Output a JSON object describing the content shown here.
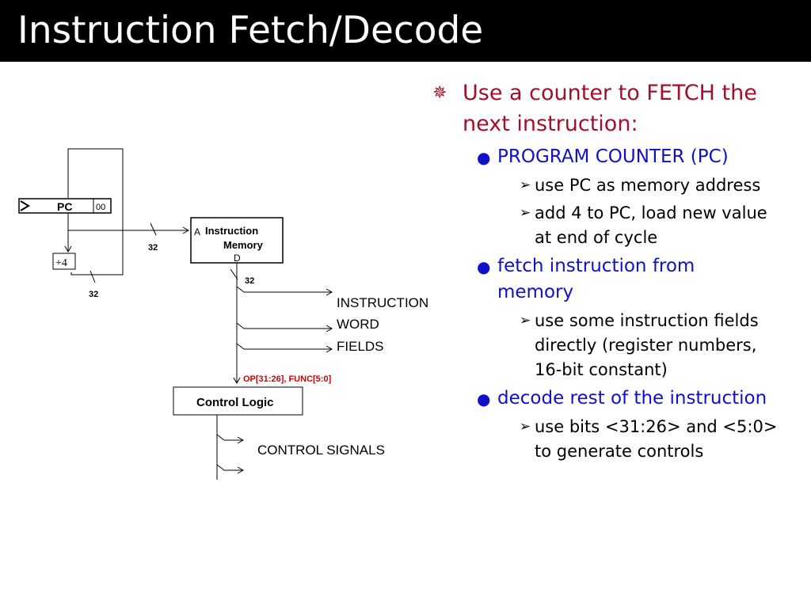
{
  "slide": {
    "title": "Instruction Fetch/Decode"
  },
  "diagram": {
    "pc_label": "PC",
    "pc_low_bits": "00",
    "plus4_label": "+4",
    "bus_width_pc": "32",
    "bus_width_adder": "32",
    "imem_port_a": "A",
    "imem_label_line1": "Instruction",
    "imem_label_line2": "Memory",
    "imem_port_d": "D",
    "bus_width_instr": "32",
    "fields_line1": "INSTRUCTION",
    "fields_line2": "WORD",
    "fields_line3": "FIELDS",
    "op_func_label": "OP[31:26], FUNC[5:0]",
    "control_logic_label": "Control Logic",
    "control_signals_label": "CONTROL SIGNALS",
    "colors": {
      "op_func": "#d00000"
    }
  },
  "bullets": {
    "main": {
      "line1": "Use a counter to FETCH the",
      "line2": "next instruction:"
    },
    "pc": {
      "label": "PROGRAM COUNTER (PC)"
    },
    "pc_sub1": "use PC as memory address",
    "pc_sub2": {
      "line1": "add 4 to PC, load new value",
      "line2": "at end of cycle"
    },
    "fetch": {
      "line1": "fetch instruction from",
      "line2": "memory"
    },
    "fetch_sub1": {
      "line1": "use some instruction fields",
      "line2": "directly (register numbers,",
      "line3": "16-bit constant)"
    },
    "decode": {
      "label": "decode rest of the instruction"
    },
    "decode_sub1": {
      "line1": "use bits <31:26> and <5:0>",
      "line2": "to generate controls"
    },
    "colors": {
      "level1": "#a0102a",
      "level2": "#1010c8",
      "level3": "#000000"
    },
    "icons": {
      "level1": "asterisk-icon",
      "level2": "dot-icon",
      "level3": "arrowhead-icon"
    }
  }
}
